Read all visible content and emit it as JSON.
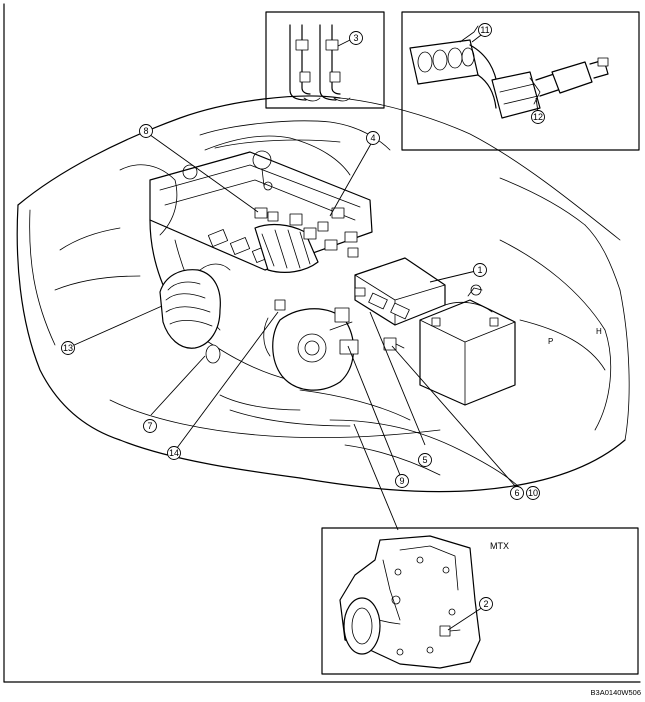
{
  "figure_code": "B3A0140W506",
  "inset_mtx_label": "MTX",
  "callouts": {
    "c1": "1",
    "c2": "2",
    "c3": "3",
    "c4": "4",
    "c5": "5",
    "c6": "6",
    "c7": "7",
    "c8": "8",
    "c9": "9",
    "c10": "10",
    "c11": "11",
    "c12": "12",
    "c13": "13",
    "c14": "14"
  }
}
